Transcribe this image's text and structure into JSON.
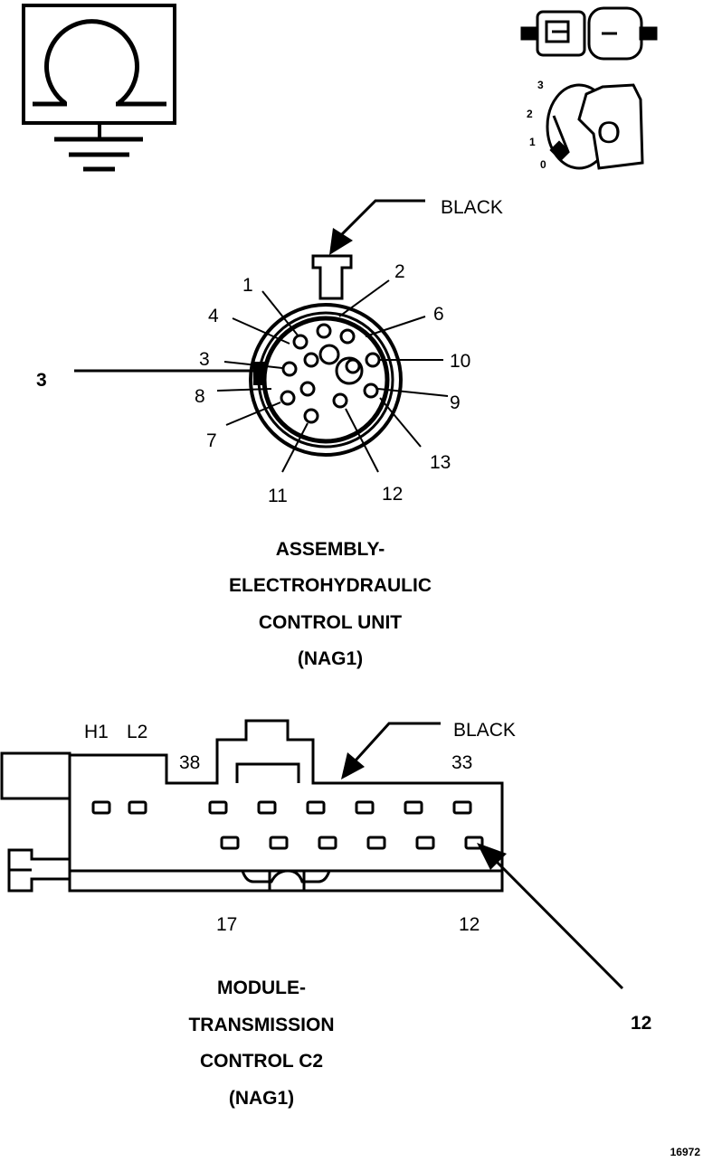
{
  "ignition": {
    "positions": [
      "3",
      "2",
      "1",
      "0"
    ],
    "key_symbol": "O"
  },
  "connector1": {
    "color_label": "BLACK",
    "callout_pin": "3",
    "pins": [
      "1",
      "2",
      "4",
      "6",
      "3",
      "10",
      "8",
      "9",
      "7",
      "13",
      "11",
      "12"
    ],
    "title_lines": [
      "ASSEMBLY-",
      "ELECTROHYDRAULIC",
      "CONTROL UNIT",
      "(NAG1)"
    ]
  },
  "connector2": {
    "color_label": "BLACK",
    "top_labels": [
      "H1",
      "L2",
      "38",
      "33"
    ],
    "bottom_labels": [
      "17",
      "12"
    ],
    "callout_pin": "12",
    "title_lines": [
      "MODULE-",
      "TRANSMISSION",
      "CONTROL C2",
      "(NAG1)"
    ]
  },
  "figure_id": "16972",
  "icons": [
    "ohmmeter-ground-icon",
    "connector-plug-icon",
    "ignition-key-icon"
  ]
}
